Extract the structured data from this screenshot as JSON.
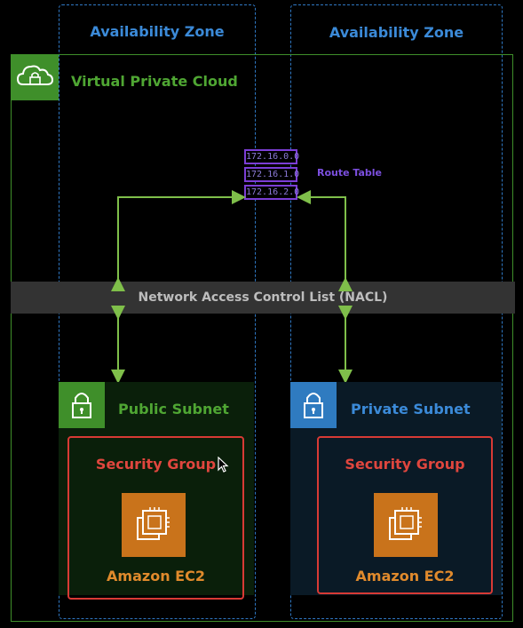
{
  "availability_zones": [
    {
      "label": "Availability Zone"
    },
    {
      "label": "Availability Zone"
    }
  ],
  "vpc": {
    "label": "Virtual Private Cloud",
    "icon": "cloud-lock-icon"
  },
  "route_table": {
    "label": "Route Table",
    "entries": [
      "172.16.0.0",
      "172.16.1.0",
      "172.16.2.0"
    ]
  },
  "nacl": {
    "label": "Network Access Control List (NACL)"
  },
  "subnets": [
    {
      "label": "Public Subnet",
      "icon": "lock-icon",
      "color": "#3f8f2a",
      "security_group": "Security Group",
      "instance": "Amazon EC2"
    },
    {
      "label": "Private Subnet",
      "icon": "lock-icon",
      "color": "#2f7bc0",
      "security_group": "Security Group",
      "instance": "Amazon EC2"
    }
  ],
  "colors": {
    "vpc": "#3f8f2a",
    "az": "#2f78c4",
    "security_group": "#d83a35",
    "ec2": "#c9731b",
    "route_table": "#7c3ed6",
    "arrow": "#7fbf4a"
  }
}
